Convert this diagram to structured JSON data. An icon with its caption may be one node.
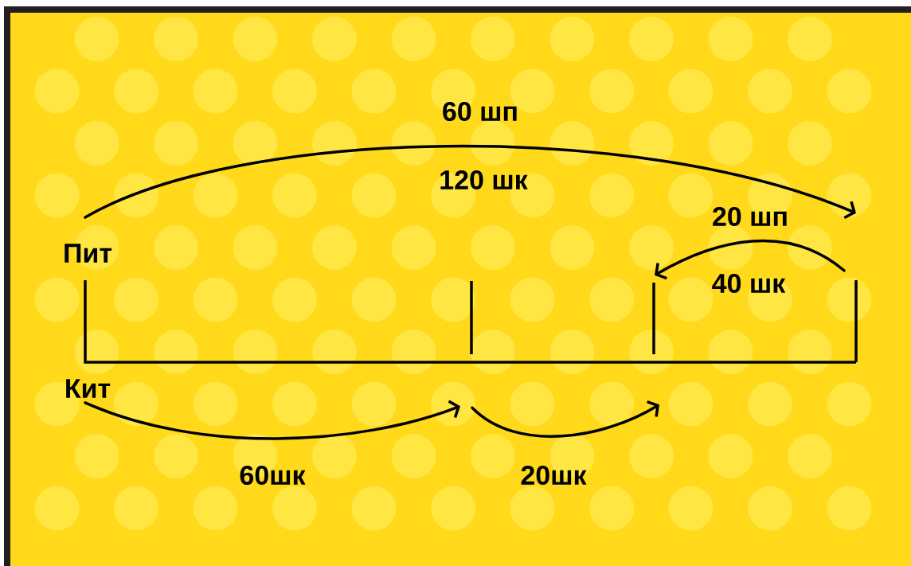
{
  "diagram": {
    "nodes": [
      {
        "text": [
          "Пит"
        ]
      },
      {
        "text": [
          "Кит"
        ]
      },
      {
        "text": [],
        "shape": "bar"
      },
      {
        "text": [],
        "shape": "bar"
      },
      {
        "text": [],
        "shape": "bar"
      }
    ],
    "edges": [
      {
        "from": 0,
        "to": 4,
        "arrow": "to"
      },
      {
        "from": 4,
        "to": 3,
        "arrow": "to"
      },
      {
        "from": 1,
        "to": 2,
        "arrow": "to"
      },
      {
        "from": 2,
        "to": 3,
        "arrow": "to"
      }
    ],
    "labels": [
      "60 шп",
      "120 шк",
      "20 шп",
      "40 шк",
      "60шк",
      "20шк"
    ]
  }
}
